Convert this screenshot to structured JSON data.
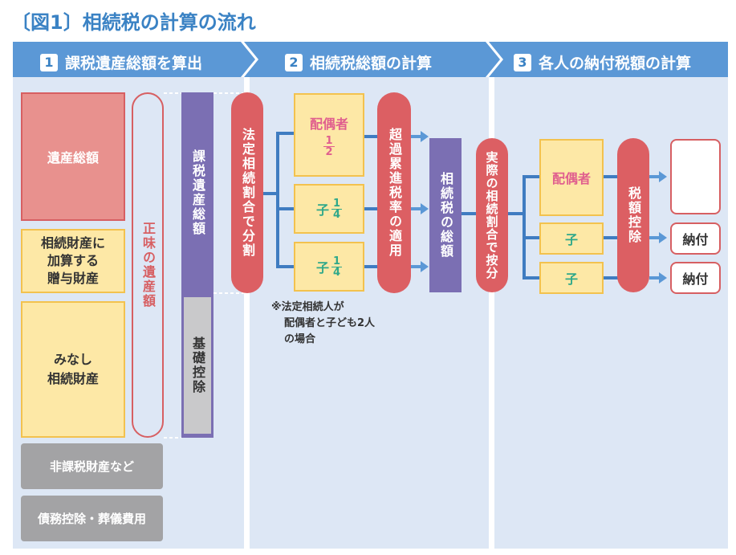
{
  "title": "〔図1〕相続税の計算の流れ",
  "steps": [
    {
      "num": "1",
      "label": "課税遺産総額を算出"
    },
    {
      "num": "2",
      "label": "相続税総額の計算"
    },
    {
      "num": "3",
      "label": "各人の納付税額の計算"
    }
  ],
  "step1": {
    "estate_total": "遺産総額",
    "gift_line1": "相続財産に",
    "gift_line2": "加算する",
    "gift_line3": "贈与財産",
    "deemed_line1": "みなし",
    "deemed_line2": "相続財産",
    "net_estate": "正味の遺産額",
    "taxable_estate": "課税遺産総額",
    "basic_deduction": "基礎控除",
    "nontaxable": "非課税財産など",
    "debts": "債務控除・葬儀費用"
  },
  "step2": {
    "statutory_split": "法定相続割合で分割",
    "spouse": "配偶者",
    "spouse_frac_num": "1",
    "spouse_frac_den": "2",
    "child": "子",
    "child_frac_num": "1",
    "child_frac_den": "4",
    "progressive_rate": "超過累進税率の適用",
    "total_tax": "相続税の総額",
    "note_line1": "※法定相続人が",
    "note_line2": "配偶者と子ども2人",
    "note_line3": "の場合"
  },
  "step3": {
    "actual_split": "実際の相続割合で按分",
    "spouse": "配偶者",
    "child": "子",
    "tax_credit": "税額控除",
    "payment": "納付"
  },
  "colors": {
    "accent_blue": "#3a82c4",
    "section_bg": "#dde7f5",
    "red": "#dc5f63",
    "purple": "#7b6fb3",
    "yellow": "#fde8a6",
    "gray": "#a3a3a5"
  }
}
